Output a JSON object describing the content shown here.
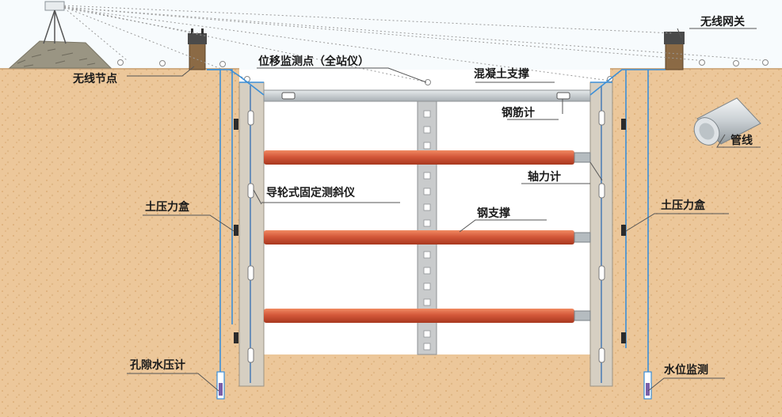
{
  "labels": {
    "wireless_node": "无线节点",
    "wireless_gateway": "无线网关",
    "displacement_point": "位移监测点（全站仪）",
    "concrete_strut": "混凝土支撑",
    "rebar_meter": "钢筋计",
    "pipeline": "管线",
    "axial_force_meter": "轴力计",
    "inclinometer": "导轮式固定测斜仪",
    "steel_strut": "钢支撑",
    "earth_pressure_left": "土压力盒",
    "earth_pressure_right": "土压力盒",
    "piezometer": "孔隙水压计",
    "water_level": "水位监测"
  },
  "colors": {
    "sky": "#f7fbfd",
    "soil": "#ecc79a",
    "soil_dark": "#dcae78",
    "pit": "#ffffff",
    "wall": "#cfc7ba",
    "concrete_strut": "#c4cacd",
    "steel_strut": "#d4583a",
    "column": "#c9cbcc",
    "sensor_cable": "#3b8fd8",
    "signal_line": "#9a9a9a"
  }
}
